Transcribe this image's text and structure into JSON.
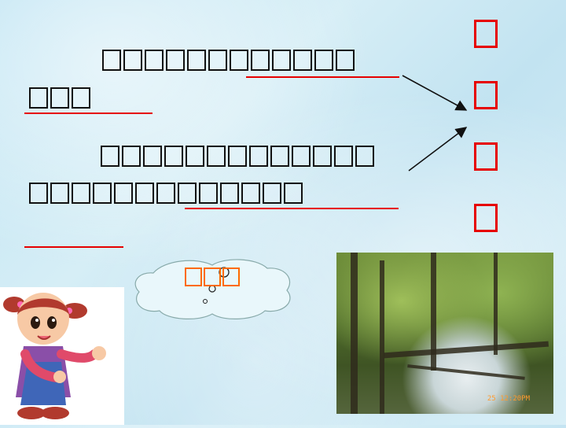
{
  "paragraph1": {
    "line1_boxes": 12,
    "line2_boxes": 3
  },
  "paragraph2": {
    "line1_boxes": 13,
    "line2_boxes": 13
  },
  "answer_column": {
    "boxes": 4,
    "color": "#e60000"
  },
  "cloud": {
    "label_boxes": 3,
    "label_color": "#ff6a00"
  },
  "photo": {
    "timestamp": "25 12:20PM"
  },
  "colors": {
    "text_box_border": "#111111",
    "underline": "#e60000",
    "arrow": "#111111"
  }
}
